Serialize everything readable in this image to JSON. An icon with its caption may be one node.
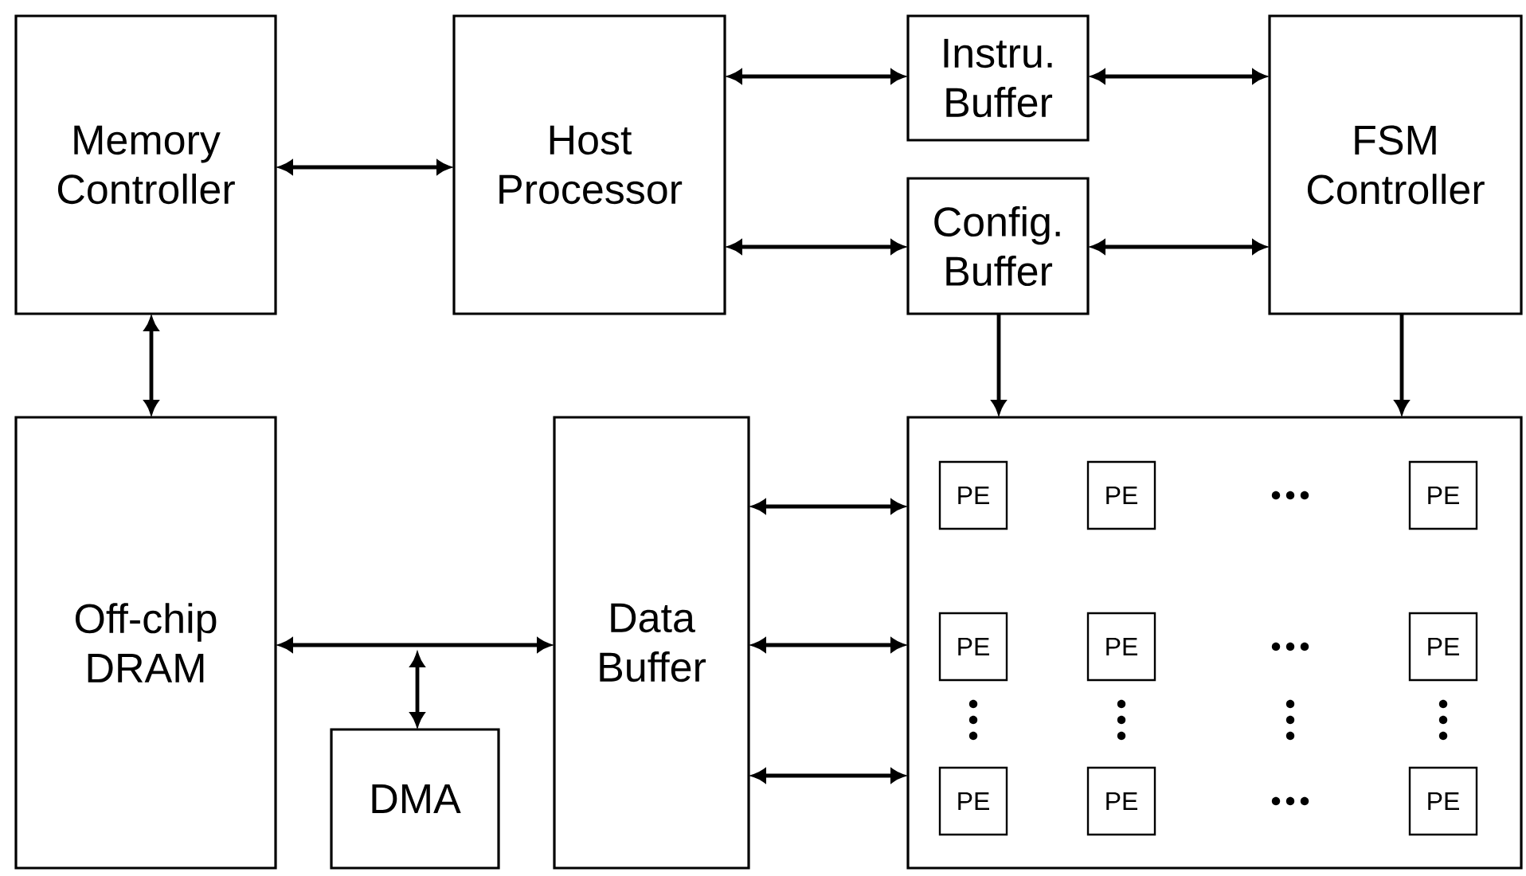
{
  "diagram": {
    "nodes": [
      {
        "text": [
          "Memory Controller"
        ]
      },
      {
        "text": [
          "Host Processor"
        ]
      },
      {
        "text": [
          "Instru. Buffer"
        ]
      },
      {
        "text": [
          "Config. Buffer"
        ]
      },
      {
        "text": [
          "FSM Controller"
        ]
      },
      {
        "text": [
          "Off-chip DRAM"
        ]
      },
      {
        "text": [
          "Data Buffer"
        ]
      },
      {
        "text": [],
        "shape": "box"
      },
      {
        "text": [
          "PE"
        ],
        "in": 7
      },
      {
        "text": [
          "PE"
        ],
        "in": 7
      },
      {
        "text": [
          "PE"
        ],
        "in": 7
      },
      {
        "text": [
          "PE"
        ],
        "in": 7
      },
      {
        "text": [
          "PE"
        ],
        "in": 7
      },
      {
        "text": [
          "PE"
        ],
        "in": 7
      },
      {
        "text": [
          "PE"
        ],
        "in": 7
      },
      {
        "text": [
          "PE"
        ],
        "in": 7
      },
      {
        "text": [
          "PE"
        ],
        "in": 7
      },
      {
        "text": [
          "DMA"
        ]
      }
    ],
    "edges": [
      {
        "from": 0,
        "to": 1,
        "arrow": "both"
      },
      {
        "from": 1,
        "to": 2,
        "arrow": "both"
      },
      {
        "from": 1,
        "to": 3,
        "arrow": "both"
      },
      {
        "from": 2,
        "to": 4,
        "arrow": "both"
      },
      {
        "from": 3,
        "to": 4,
        "arrow": "both"
      },
      {
        "from": 0,
        "to": 5,
        "arrow": "both"
      },
      {
        "from": 3,
        "to": 7,
        "arrow": "to"
      },
      {
        "from": 4,
        "to": 7,
        "arrow": "to"
      },
      {
        "from": 5,
        "to": 6,
        "arrow": "both"
      },
      {
        "from": 17,
        "to": null,
        "arrow": "both"
      },
      {
        "from": 6,
        "to": 7,
        "arrow": "both"
      },
      {
        "from": 6,
        "to": 7,
        "arrow": "both"
      },
      {
        "from": 6,
        "to": 7,
        "arrow": "both"
      }
    ]
  }
}
